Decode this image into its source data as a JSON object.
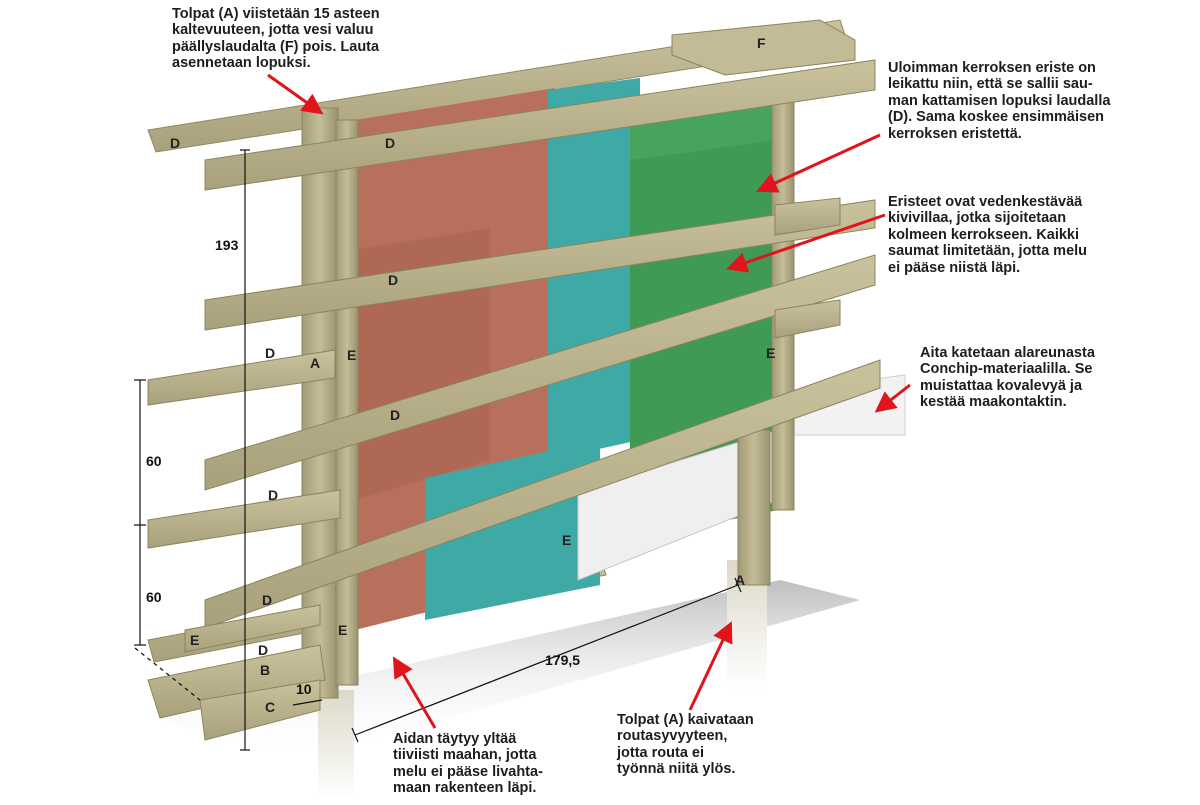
{
  "annotations": {
    "post_angle": "Tolpat (A) viistetään 15 asteen\nkaltevuuteen, jotta vesi valuu\npäällyslaudalta (F) pois. Lauta\nasennetaan lopuksi.",
    "outer_insulation": "Uloimman kerroksen eriste on\nleikattu niin, että se sallii sau-\nman kattamisen lopuksi laudalla\n(D). Sama koskee ensimmäisen\nkerroksen eristettä.",
    "insulation_layers": "Eristeet ovat vedenkestävää\nkivivillaa, jotka sijoitetaan\nkolmeen kerrokseen. Kaikki\nsaumat limitetään, jotta melu\nei pääse niistä läpi.",
    "conchip": "Aita katetaan alareunasta\nConchip-materiaalilla. Se\nmuistattaa kovalevyä ja\nkestää maakontaktin.",
    "ground_seal": "Aidan täytyy yltää\ntiiviisti maahan, jotta\nmelu ei pääse livahta-\nmaan rakenteen läpi.",
    "post_depth": "Tolpat (A) kaivataan\nroutasyvyyteen,\njotta routa ei\ntyönnä niitä ylös."
  },
  "part_labels": {
    "A": "A",
    "B": "B",
    "C": "C",
    "D": "D",
    "E": "E",
    "F": "F"
  },
  "dimensions": {
    "height": "193",
    "spacing_upper": "60",
    "spacing_lower": "60",
    "length": "179,5",
    "gap": "10"
  },
  "colors": {
    "wood": "#b7b08a",
    "wood_dark": "#948c68",
    "mineral_wool_red": "#b8705c",
    "mineral_wool_blue": "#3fa9a6",
    "mineral_wool_green": "#3f9a55",
    "conchip": "#eeeeee",
    "arrow": "#e0141b"
  }
}
